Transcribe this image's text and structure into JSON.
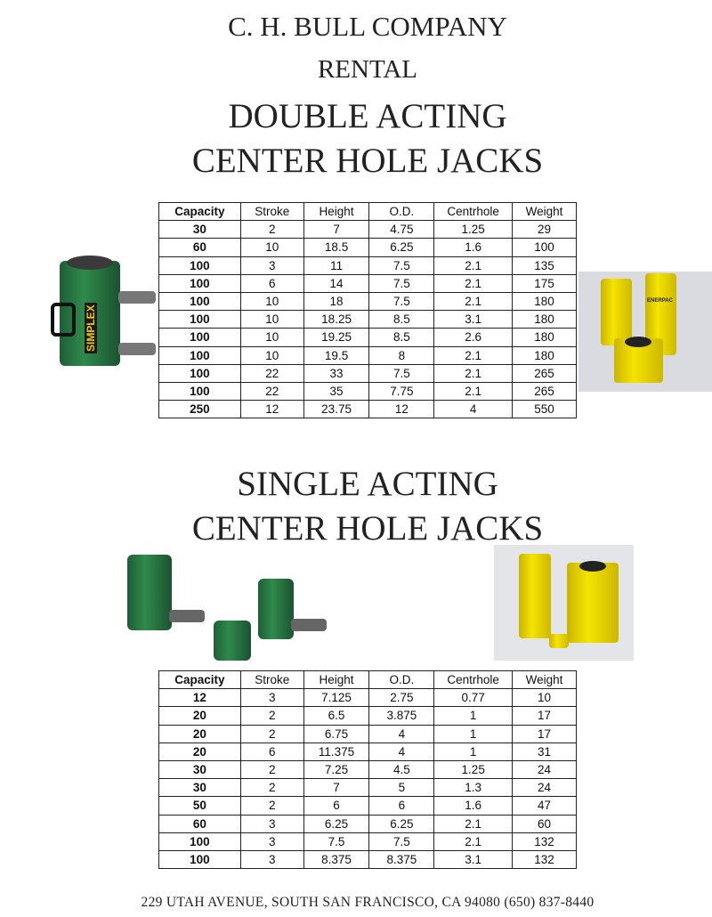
{
  "header": {
    "company": "C. H. BULL COMPANY",
    "subtitle": "RENTAL"
  },
  "double_acting": {
    "title_line1": "DOUBLE ACTING",
    "title_line2": "CENTER HOLE JACKS",
    "columns": [
      "Capacity",
      "Stroke",
      "Height",
      "O.D.",
      "Centrhole",
      "Weight"
    ],
    "rows": [
      [
        "30",
        "2",
        "7",
        "4.75",
        "1.25",
        "29"
      ],
      [
        "60",
        "10",
        "18.5",
        "6.25",
        "1.6",
        "100"
      ],
      [
        "100",
        "3",
        "11",
        "7.5",
        "2.1",
        "135"
      ],
      [
        "100",
        "6",
        "14",
        "7.5",
        "2.1",
        "175"
      ],
      [
        "100",
        "10",
        "18",
        "7.5",
        "2.1",
        "180"
      ],
      [
        "100",
        "10",
        "18.25",
        "8.5",
        "3.1",
        "180"
      ],
      [
        "100",
        "10",
        "19.25",
        "8.5",
        "2.6",
        "180"
      ],
      [
        "100",
        "10",
        "19.5",
        "8",
        "2.1",
        "180"
      ],
      [
        "100",
        "22",
        "33",
        "7.5",
        "2.1",
        "265"
      ],
      [
        "100",
        "22",
        "35",
        "7.75",
        "2.1",
        "265"
      ],
      [
        "250",
        "12",
        "23.75",
        "12",
        "4",
        "550"
      ]
    ]
  },
  "single_acting": {
    "title_line1": "SINGLE ACTING",
    "title_line2": "CENTER HOLE JACKS",
    "columns": [
      "Capacity",
      "Stroke",
      "Height",
      "O.D.",
      "Centrhole",
      "Weight"
    ],
    "rows": [
      [
        "12",
        "3",
        "7.125",
        "2.75",
        "0.77",
        "10"
      ],
      [
        "20",
        "2",
        "6.5",
        "3.875",
        "1",
        "17"
      ],
      [
        "20",
        "2",
        "6.75",
        "4",
        "1",
        "17"
      ],
      [
        "20",
        "6",
        "11.375",
        "4",
        "1",
        "31"
      ],
      [
        "30",
        "2",
        "7.25",
        "4.5",
        "1.25",
        "24"
      ],
      [
        "30",
        "2",
        "7",
        "5",
        "1.3",
        "24"
      ],
      [
        "50",
        "2",
        "6",
        "6",
        "1.6",
        "47"
      ],
      [
        "60",
        "3",
        "6.25",
        "6.25",
        "2.1",
        "60"
      ],
      [
        "100",
        "3",
        "7.5",
        "7.5",
        "2.1",
        "132"
      ],
      [
        "100",
        "3",
        "8.375",
        "8.375",
        "3.1",
        "132"
      ]
    ]
  },
  "images": {
    "green_brand": "SIMPLEX",
    "yellow_brand": "ENERPAC"
  },
  "footer": {
    "address": "229 UTAH AVENUE, SOUTH SAN FRANCISCO, CA 94080 (650) 837-8440"
  }
}
